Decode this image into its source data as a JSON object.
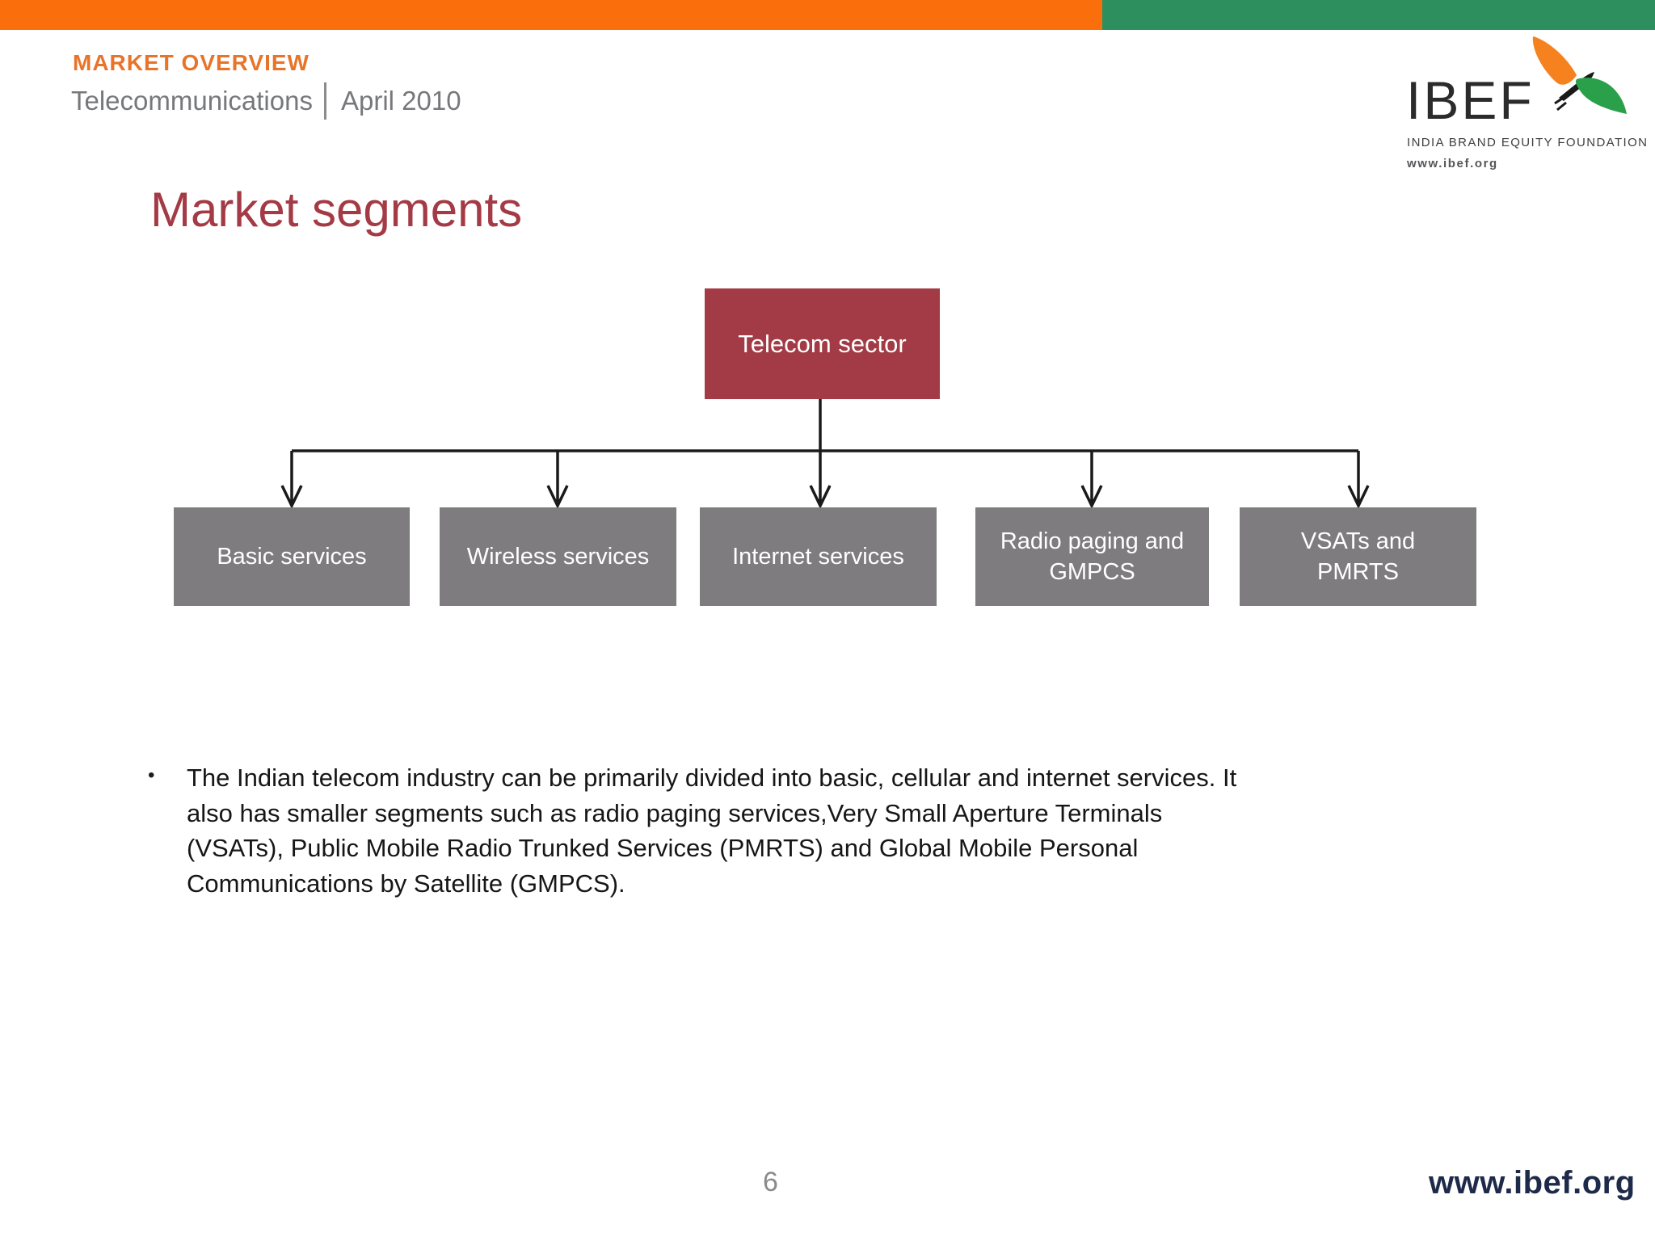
{
  "top_bar": {
    "orange_color": "#FA6E0C",
    "green_color": "#2E8F5E"
  },
  "header": {
    "overline": "MARKET OVERVIEW",
    "section": "Telecommunications",
    "date": "April 2010"
  },
  "logo": {
    "acronym": "IBEF",
    "full_name": "INDIA BRAND EQUITY FOUNDATION",
    "website": "www.ibef.org",
    "kite_orange": "#F5821F",
    "kite_green": "#2BA04A"
  },
  "slide": {
    "title": "Market segments",
    "title_color": "#A43A45",
    "page_number": "6",
    "footer_website": "www.ibef.org"
  },
  "diagram": {
    "root": {
      "label": "Telecom sector",
      "color": "#A23B45"
    },
    "segment_box_color": "#7E7C7E",
    "segments": [
      {
        "label": "Basic services"
      },
      {
        "label": "Wireless services"
      },
      {
        "label": "Internet services"
      },
      {
        "label": "Radio paging  and\nGMPCS"
      },
      {
        "label": "VSATs  and\nPMRTS"
      }
    ]
  },
  "bullet": {
    "marker": "•",
    "lines": [
      "The Indian telecom industry can be primarily divided into basic, cellular and internet services. It",
      "also has smaller segments such as radio paging services,Very Small Aperture Terminals",
      "(VSATs), Public Mobile Radio Trunked Services (PMRTS) and Global Mobile Personal",
      "Communications by Satellite (GMPCS)."
    ]
  }
}
